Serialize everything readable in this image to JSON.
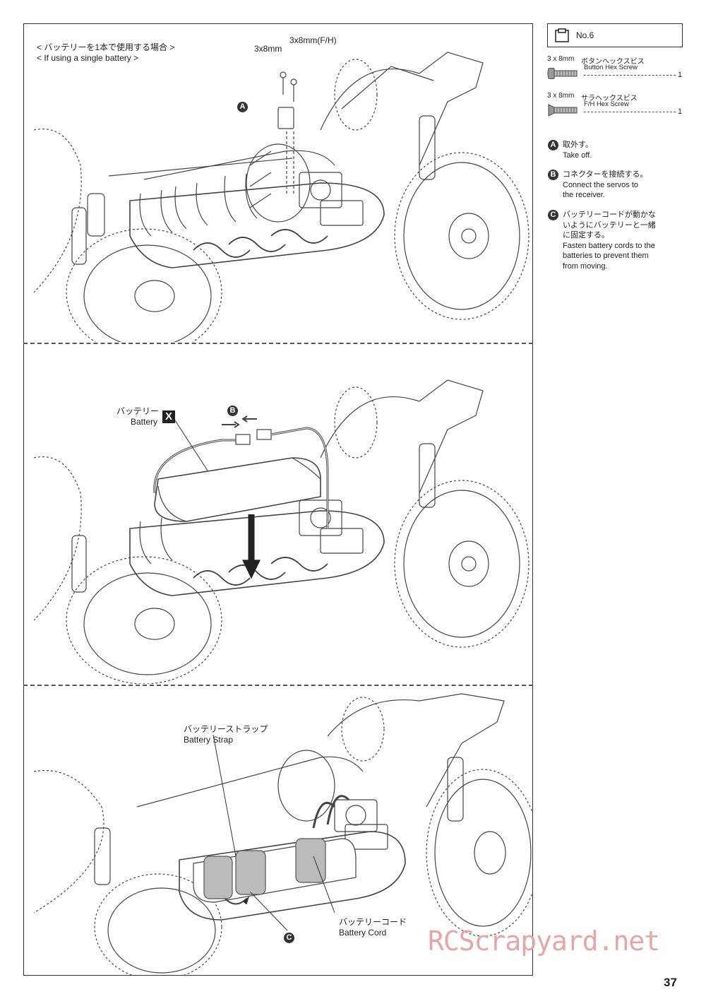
{
  "panel1": {
    "note_jp": "< バッテリーを1本で使用する場合 >",
    "note_en": "< If using a single battery >",
    "label_screw1": "3x8mm",
    "label_screw2": "3x8mm(F/H)",
    "callout_a": "A"
  },
  "panel2": {
    "battery_jp": "バッテリー",
    "battery_en": "Battery",
    "x_mark": "X",
    "callout_b": "B"
  },
  "panel3": {
    "strap_jp": "バッテリーストラップ",
    "strap_en": "Battery Strap",
    "cord_jp": "バッテリーコード",
    "cord_en": "Battery Cord",
    "callout_c": "C"
  },
  "parts": {
    "bag": "No.6",
    "items": [
      {
        "size": "3 x 8mm",
        "name_jp": "ボタンヘックスビス",
        "name_en": "Button Hex Screw",
        "qty": "1"
      },
      {
        "size": "3 x 8mm",
        "name_jp": "サラヘックスビス",
        "name_en": "F/H Hex Screw",
        "qty": "1"
      }
    ]
  },
  "steps": [
    {
      "mark": "A",
      "jp": [
        "取外す。"
      ],
      "en": [
        "Take off."
      ]
    },
    {
      "mark": "B",
      "jp": [
        "コネクターを接続する。"
      ],
      "en": [
        "Connect the servos to",
        "the receiver."
      ]
    },
    {
      "mark": "C",
      "jp": [
        "バッテリーコードが動かな",
        "いようにバッテリーと一緒",
        "に固定する。"
      ],
      "en": [
        "Fasten battery cords to the",
        "batteries to prevent them",
        "from moving."
      ]
    }
  ],
  "watermark": "RCScrapyard.net",
  "page_number": "37"
}
